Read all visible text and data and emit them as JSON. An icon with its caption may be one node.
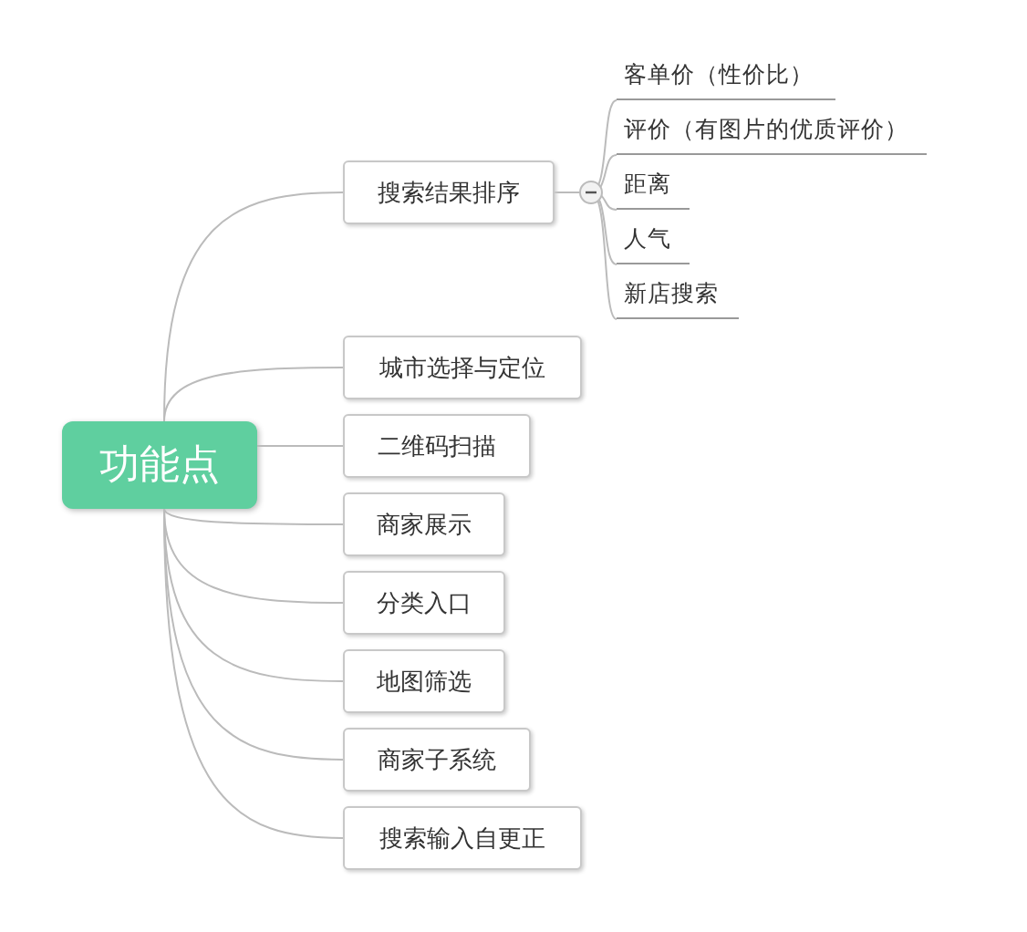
{
  "diagram": {
    "nodes": [
      {
        "text": [
          "功能点"
        ]
      },
      {
        "text": [
          "搜索结果排序"
        ]
      },
      {
        "text": [
          "客单价（性价比）"
        ]
      },
      {
        "text": [
          "评价（有图片的优质评价）"
        ]
      },
      {
        "text": [
          "距离"
        ]
      },
      {
        "text": [
          "人气"
        ]
      },
      {
        "text": [
          "新店搜索"
        ]
      },
      {
        "text": [
          "城市选择与定位"
        ]
      },
      {
        "text": [
          "二维码扫描"
        ]
      },
      {
        "text": [
          "商家展示"
        ]
      },
      {
        "text": [
          "分类入口"
        ]
      },
      {
        "text": [
          "地图筛选"
        ]
      },
      {
        "text": [
          "商家子系统"
        ]
      },
      {
        "text": [
          "搜索输入自更正"
        ]
      }
    ],
    "edges": [
      {
        "from": 0,
        "to": 1,
        "arrow": "none"
      },
      {
        "from": 1,
        "to": 2,
        "arrow": "none"
      },
      {
        "from": 1,
        "to": 3,
        "arrow": "none"
      },
      {
        "from": 1,
        "to": 4,
        "arrow": "none"
      },
      {
        "from": 1,
        "to": 5,
        "arrow": "none"
      },
      {
        "from": 1,
        "to": 6,
        "arrow": "none"
      },
      {
        "from": 0,
        "to": 7,
        "arrow": "none"
      },
      {
        "from": 0,
        "to": 8,
        "arrow": "none"
      },
      {
        "from": 0,
        "to": 9,
        "arrow": "none"
      },
      {
        "from": 0,
        "to": 10,
        "arrow": "none"
      },
      {
        "from": 0,
        "to": 11,
        "arrow": "none"
      },
      {
        "from": 0,
        "to": 12,
        "arrow": "none"
      },
      {
        "from": 0,
        "to": 13,
        "arrow": "none"
      }
    ]
  }
}
